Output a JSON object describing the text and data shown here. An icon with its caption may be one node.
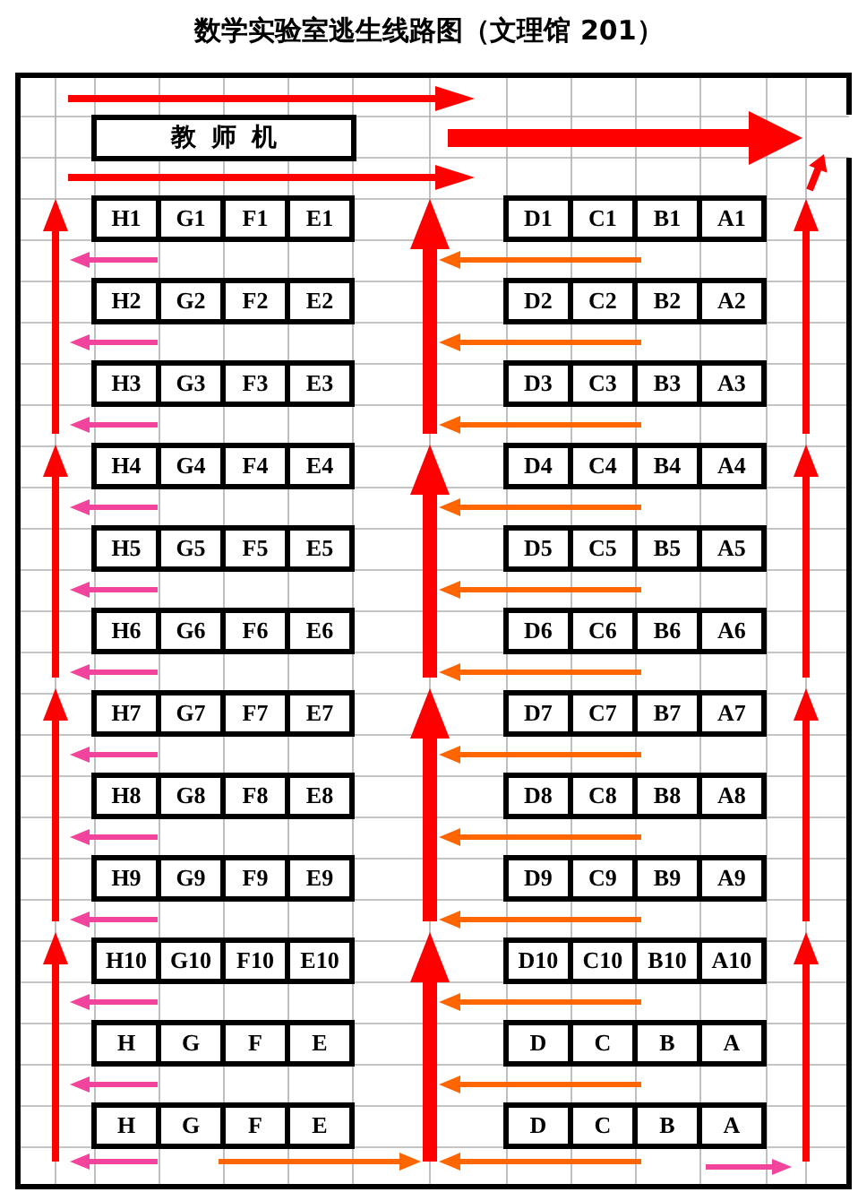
{
  "diagram": {
    "title": "数学实验室逃生线路图（文理馆 201）",
    "nodes": [
      {
        "text": [
          "教师机"
        ]
      },
      {
        "text": [
          "H1"
        ]
      },
      {
        "text": [
          "G1"
        ]
      },
      {
        "text": [
          "F1"
        ]
      },
      {
        "text": [
          "E1"
        ]
      },
      {
        "text": [
          "D1"
        ]
      },
      {
        "text": [
          "C1"
        ]
      },
      {
        "text": [
          "B1"
        ]
      },
      {
        "text": [
          "A1"
        ]
      },
      {
        "text": [
          "H2"
        ]
      },
      {
        "text": [
          "G2"
        ]
      },
      {
        "text": [
          "F2"
        ]
      },
      {
        "text": [
          "E2"
        ]
      },
      {
        "text": [
          "D2"
        ]
      },
      {
        "text": [
          "C2"
        ]
      },
      {
        "text": [
          "B2"
        ]
      },
      {
        "text": [
          "A2"
        ]
      },
      {
        "text": [
          "H3"
        ]
      },
      {
        "text": [
          "G3"
        ]
      },
      {
        "text": [
          "F3"
        ]
      },
      {
        "text": [
          "E3"
        ]
      },
      {
        "text": [
          "D3"
        ]
      },
      {
        "text": [
          "C3"
        ]
      },
      {
        "text": [
          "B3"
        ]
      },
      {
        "text": [
          "A3"
        ]
      },
      {
        "text": [
          "H4"
        ]
      },
      {
        "text": [
          "G4"
        ]
      },
      {
        "text": [
          "F4"
        ]
      },
      {
        "text": [
          "E4"
        ]
      },
      {
        "text": [
          "D4"
        ]
      },
      {
        "text": [
          "C4"
        ]
      },
      {
        "text": [
          "B4"
        ]
      },
      {
        "text": [
          "A4"
        ]
      },
      {
        "text": [
          "H5"
        ]
      },
      {
        "text": [
          "G5"
        ]
      },
      {
        "text": [
          "F5"
        ]
      },
      {
        "text": [
          "E5"
        ]
      },
      {
        "text": [
          "D5"
        ]
      },
      {
        "text": [
          "C5"
        ]
      },
      {
        "text": [
          "B5"
        ]
      },
      {
        "text": [
          "A5"
        ]
      },
      {
        "text": [
          "H6"
        ]
      },
      {
        "text": [
          "G6"
        ]
      },
      {
        "text": [
          "F6"
        ]
      },
      {
        "text": [
          "E6"
        ]
      },
      {
        "text": [
          "D6"
        ]
      },
      {
        "text": [
          "C6"
        ]
      },
      {
        "text": [
          "B6"
        ]
      },
      {
        "text": [
          "A6"
        ]
      },
      {
        "text": [
          "H7"
        ]
      },
      {
        "text": [
          "G7"
        ]
      },
      {
        "text": [
          "F7"
        ]
      },
      {
        "text": [
          "E7"
        ]
      },
      {
        "text": [
          "D7"
        ]
      },
      {
        "text": [
          "C7"
        ]
      },
      {
        "text": [
          "B7"
        ]
      },
      {
        "text": [
          "A7"
        ]
      },
      {
        "text": [
          "H8"
        ]
      },
      {
        "text": [
          "G8"
        ]
      },
      {
        "text": [
          "F8"
        ]
      },
      {
        "text": [
          "E8"
        ]
      },
      {
        "text": [
          "D8"
        ]
      },
      {
        "text": [
          "C8"
        ]
      },
      {
        "text": [
          "B8"
        ]
      },
      {
        "text": [
          "A8"
        ]
      },
      {
        "text": [
          "H9"
        ]
      },
      {
        "text": [
          "G9"
        ]
      },
      {
        "text": [
          "F9"
        ]
      },
      {
        "text": [
          "E9"
        ]
      },
      {
        "text": [
          "D9"
        ]
      },
      {
        "text": [
          "C9"
        ]
      },
      {
        "text": [
          "B9"
        ]
      },
      {
        "text": [
          "A9"
        ]
      },
      {
        "text": [
          "H10"
        ]
      },
      {
        "text": [
          "G10"
        ]
      },
      {
        "text": [
          "F10"
        ]
      },
      {
        "text": [
          "E10"
        ]
      },
      {
        "text": [
          "D10"
        ]
      },
      {
        "text": [
          "C10"
        ]
      },
      {
        "text": [
          "B10"
        ]
      },
      {
        "text": [
          "A10"
        ]
      },
      {
        "text": [
          "H"
        ]
      },
      {
        "text": [
          "G"
        ]
      },
      {
        "text": [
          "F"
        ]
      },
      {
        "text": [
          "E"
        ]
      },
      {
        "text": [
          "D"
        ]
      },
      {
        "text": [
          "C"
        ]
      },
      {
        "text": [
          "B"
        ]
      },
      {
        "text": [
          "A"
        ]
      },
      {
        "text": [
          "H"
        ]
      },
      {
        "text": [
          "G"
        ]
      },
      {
        "text": [
          "F"
        ]
      },
      {
        "text": [
          "E"
        ]
      },
      {
        "text": [
          "D"
        ]
      },
      {
        "text": [
          "C"
        ]
      },
      {
        "text": [
          "B"
        ]
      },
      {
        "text": [
          "A"
        ]
      }
    ]
  }
}
